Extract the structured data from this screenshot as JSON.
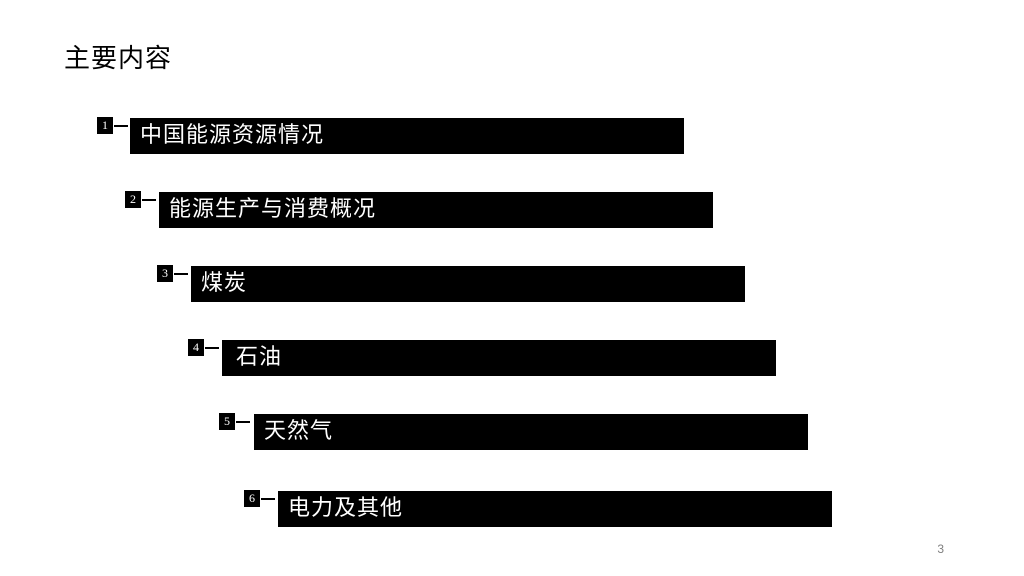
{
  "slide": {
    "title": "主要内容",
    "page_number": "3"
  },
  "agenda": {
    "items": [
      {
        "number": "1",
        "label": "中国能源资源情况"
      },
      {
        "number": "2",
        "label": "能源生产与消费概况"
      },
      {
        "number": "3",
        "label": "煤炭"
      },
      {
        "number": "4",
        "label": "石油"
      },
      {
        "number": "5",
        "label": "天然气"
      },
      {
        "number": "6",
        "label": "电力及其他"
      }
    ]
  },
  "colors": {
    "bar": "#000000",
    "bar_text": "#ffffff",
    "page_number": "#7f7f7f"
  }
}
